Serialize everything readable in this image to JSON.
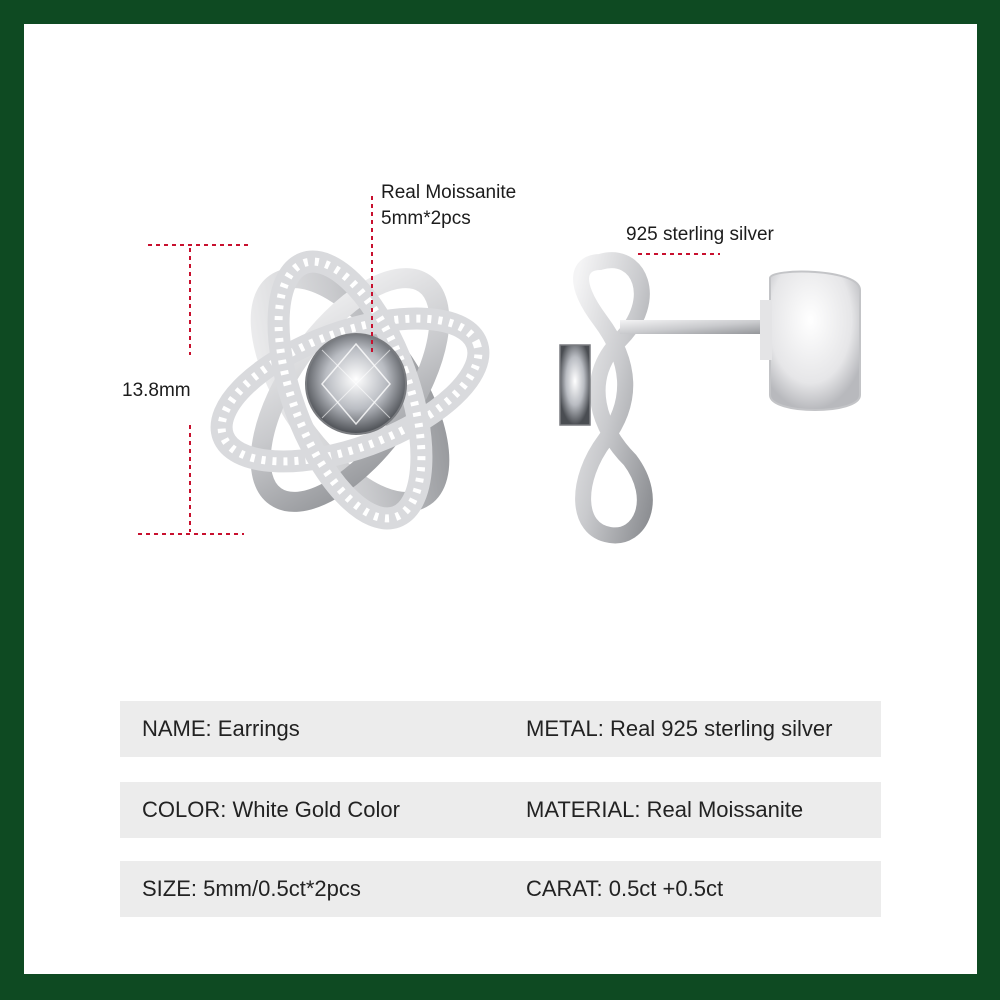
{
  "annotations": {
    "stone_line1": "Real Moissanite",
    "stone_line2": "5mm*2pcs",
    "metal_callout": "925 sterling silver",
    "height": "13.8mm"
  },
  "specs": [
    {
      "left": "NAME: Earrings",
      "right": "METAL: Real 925 sterling silver"
    },
    {
      "left": "COLOR: White Gold Color",
      "right": "MATERIAL: Real Moissanite"
    },
    {
      "left": "SIZE: 5mm/0.5ct*2pcs",
      "right": "CARAT: 0.5ct +0.5ct"
    }
  ],
  "colors": {
    "border": "#0e4a22",
    "dimension_line": "#c8102e",
    "spec_background": "#ececec"
  }
}
